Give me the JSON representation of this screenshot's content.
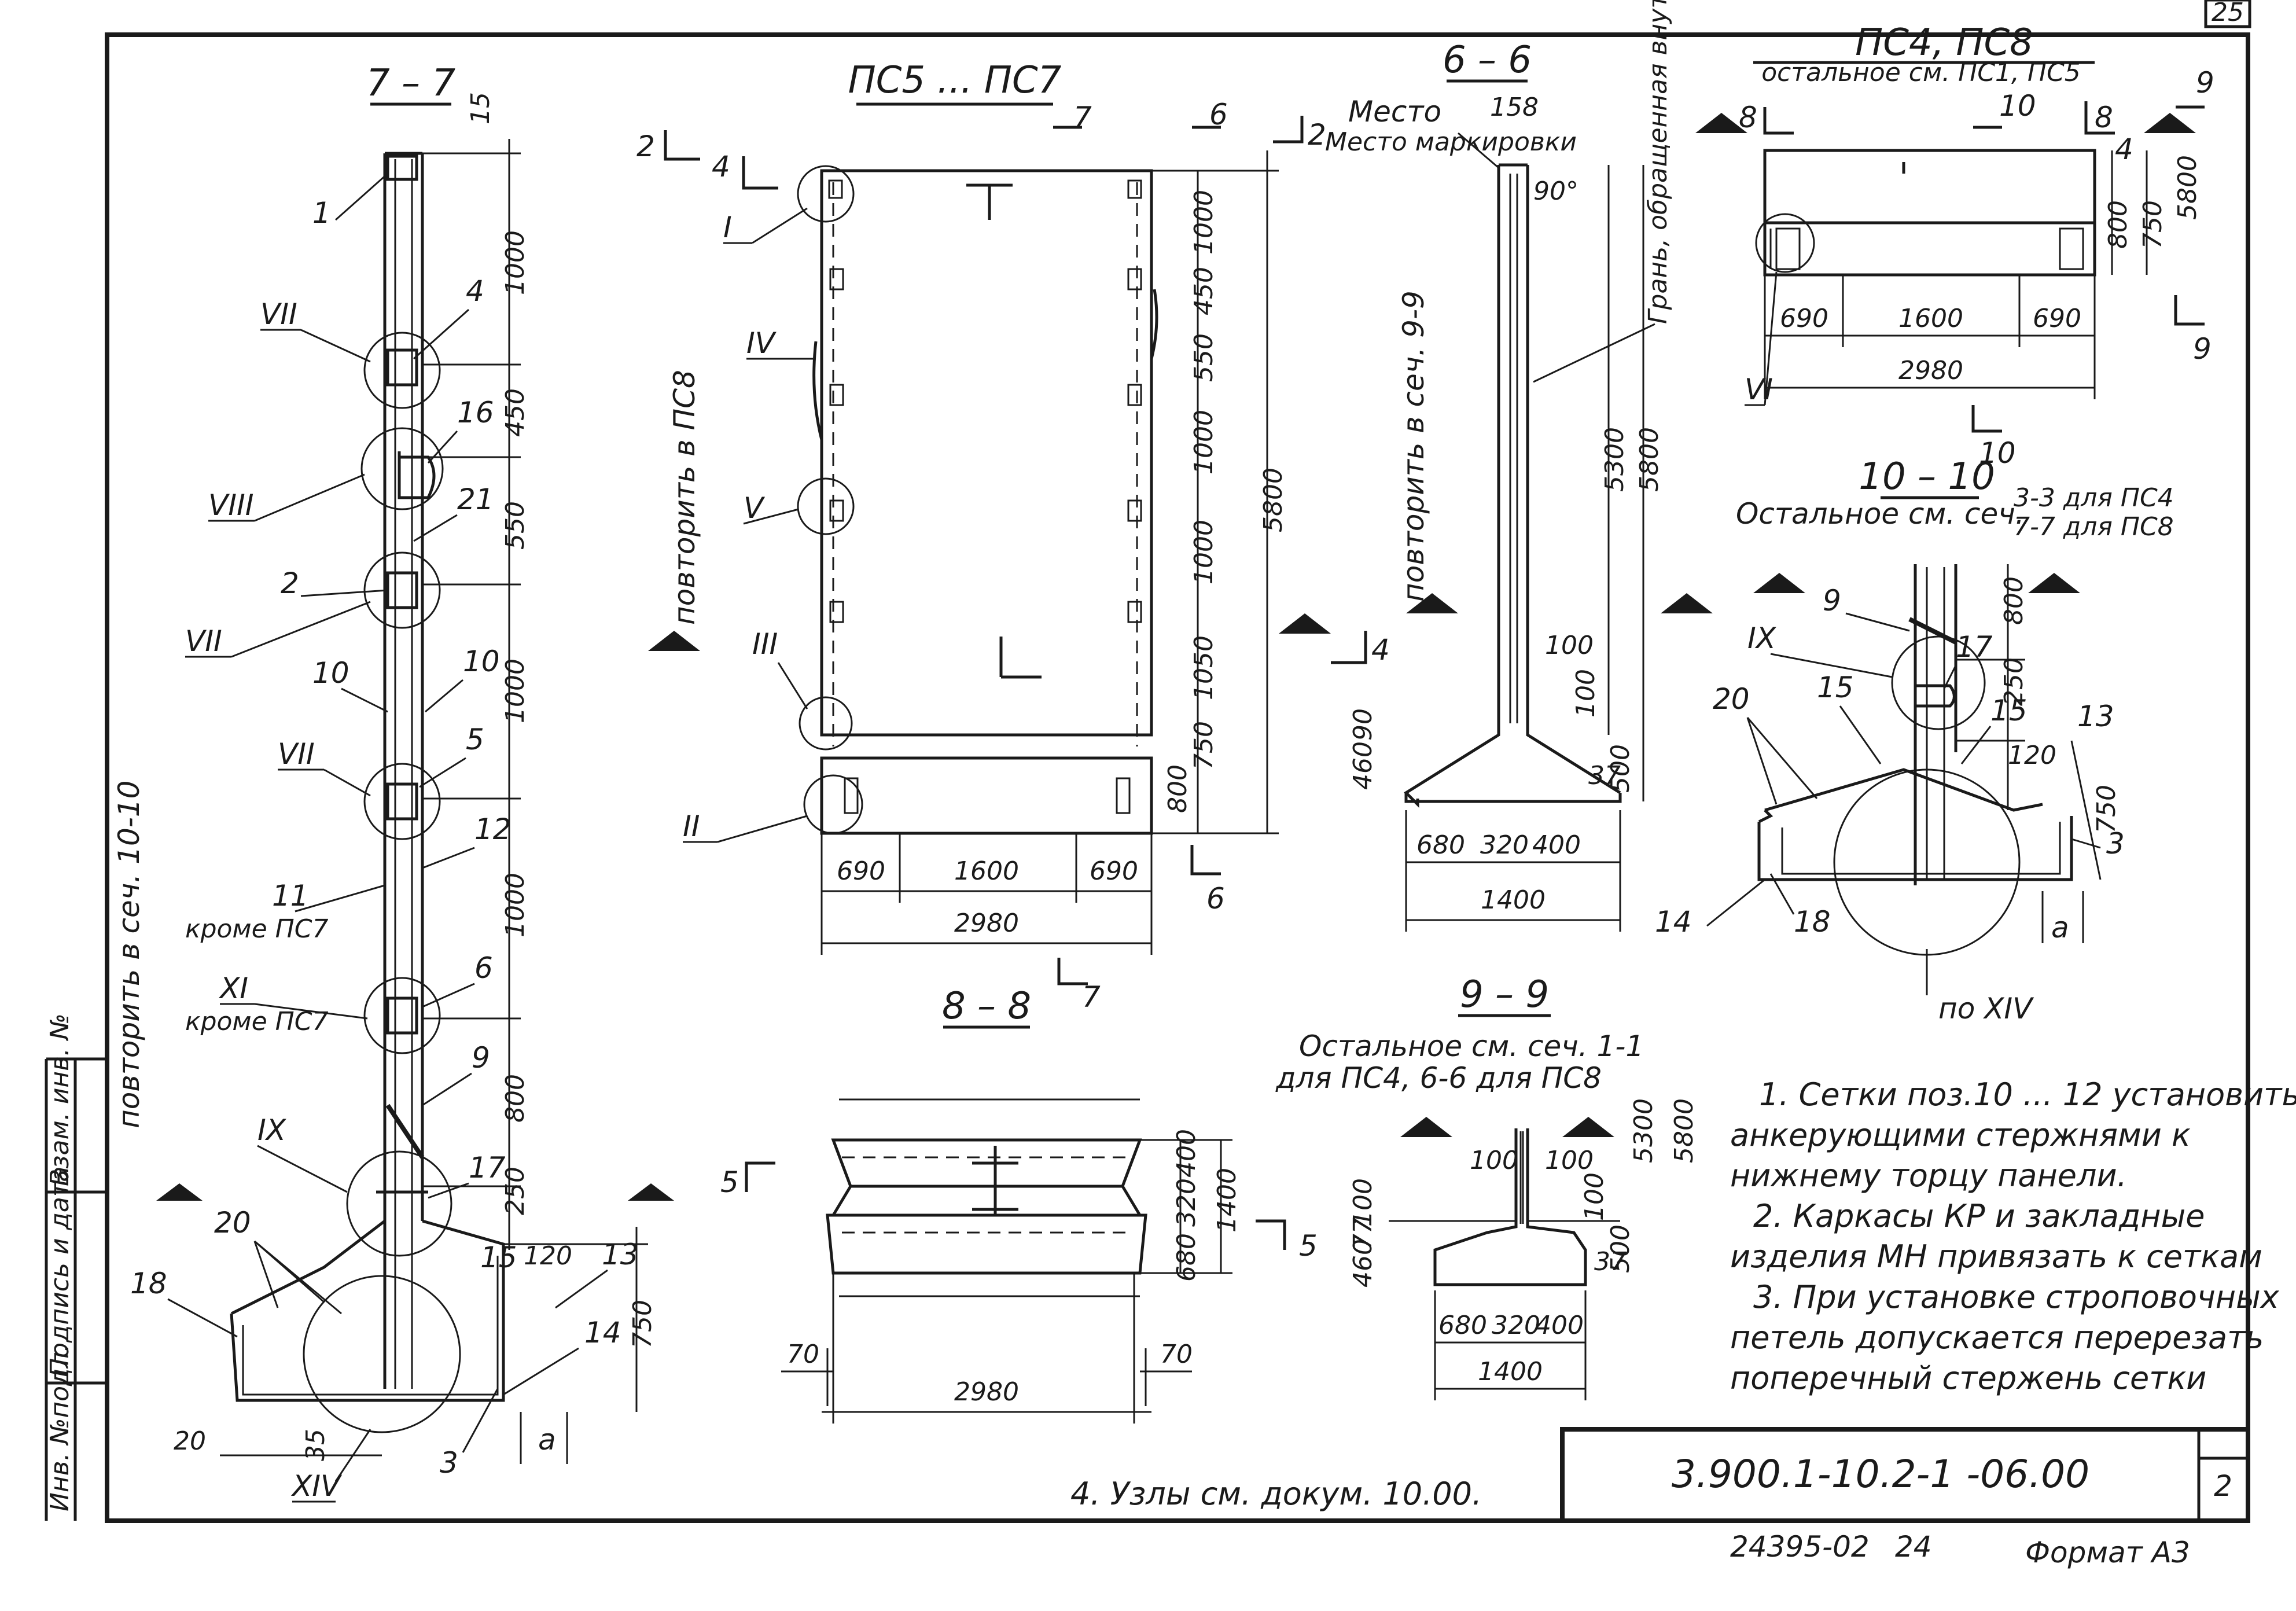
{
  "sheet": {
    "doc_number": "3.900.1-10.2-1 -06.00",
    "sheet_no": "2",
    "page_no": "25",
    "inventory": "24395-02",
    "inventory_page": "24",
    "format": "Формат А3",
    "stamp_labels": [
      "Инв. №подл.",
      "Подпись и дата",
      "Взам. инв. №"
    ]
  },
  "section_7_7": {
    "title": "7 – 7",
    "dims": [
      "15",
      "1000",
      "450",
      "550",
      "1000",
      "1000",
      "800",
      "250",
      "750",
      "120",
      "20",
      "35",
      "a"
    ],
    "positions": [
      "1",
      "4",
      "16",
      "21",
      "2",
      "10",
      "10",
      "5",
      "12",
      "11",
      "6",
      "9",
      "17",
      "15",
      "13",
      "20",
      "18",
      "14",
      "3"
    ],
    "nodes": [
      "VII",
      "VIII",
      "VII",
      "VII",
      "XI",
      "IX",
      "XIV"
    ],
    "repeat_note": "повторить в сеч. 10-10",
    "except_pc7_a": "кроме ПС7",
    "except_pc7_b": "кроме ПС7"
  },
  "panel_pc5_pc7": {
    "title": "ПС5 ... ПС7",
    "repeat_note": "повторить в ПС8",
    "dims_vertical": [
      "1000",
      "450",
      "550",
      "1000",
      "1000",
      "1050",
      "750",
      "800",
      "5800"
    ],
    "dims_horizontal": [
      "690",
      "1600",
      "690",
      "2980"
    ],
    "nodes": [
      "I",
      "IV",
      "V",
      "III",
      "II"
    ],
    "cut_marks": [
      "2",
      "4",
      "7",
      "6",
      "6",
      "7"
    ]
  },
  "section_6_6": {
    "title": "6 – 6",
    "mark_place": "Место маркировки",
    "face_note": "Грань, обращенная внутрь емкости",
    "repeat_note": "повторить в сеч. 9-9",
    "angle": "90°",
    "dims": [
      "158",
      "5300",
      "5800",
      "100",
      "100",
      "37",
      "500",
      "460",
      "90",
      "680",
      "320",
      "400",
      "1400"
    ],
    "cut_marks": [
      "2",
      "4"
    ]
  },
  "panel_pc4_pc8": {
    "title": "ПС4, ПС8",
    "subtitle": "остальное см. ПС1, ПС5",
    "dims": [
      "690",
      "1600",
      "690",
      "2980",
      "800",
      "750",
      "5800"
    ],
    "nodes": [
      "VI"
    ],
    "cut_marks": [
      "8",
      "8",
      "10",
      "10",
      "9",
      "9",
      "4"
    ]
  },
  "section_10_10": {
    "title": "10 – 10",
    "subtitle": "Остальное см. сеч.",
    "ref_a": "3-3  для ПС4",
    "ref_b": "7-7  для ПС8",
    "dims": [
      "800",
      "250",
      "120",
      "750",
      "a"
    ],
    "positions": [
      "9",
      "17",
      "15",
      "15",
      "13",
      "20",
      "3",
      "14",
      "18"
    ],
    "nodes": [
      "IX",
      "по XIV"
    ]
  },
  "section_8_8": {
    "title": "8 – 8",
    "dims": [
      "400",
      "320",
      "680",
      "1400",
      "70",
      "70",
      "2980"
    ],
    "cut_marks": [
      "5",
      "5"
    ]
  },
  "section_9_9": {
    "title": "9 – 9",
    "subtitle_a": "Остальное см. сеч. 1-1",
    "subtitle_b": "для ПС4,  6-6 для ПС8",
    "dims": [
      "100",
      "100",
      "100",
      "460",
      "77",
      "100",
      "37",
      "500",
      "5300",
      "5800",
      "680",
      "320",
      "400",
      "1400"
    ]
  },
  "notes": [
    "1. Сетки поз.10 ... 12 установить",
    "анкерующими стержнями к",
    "нижнему торцу панели.",
    "2. Каркасы КР и закладные",
    "изделия МН привязать к сеткам",
    "3. При установке строповочных",
    "петель допускается перерезать",
    "поперечный стержень сетки",
    "4. Узлы см. докум. 10.00."
  ]
}
